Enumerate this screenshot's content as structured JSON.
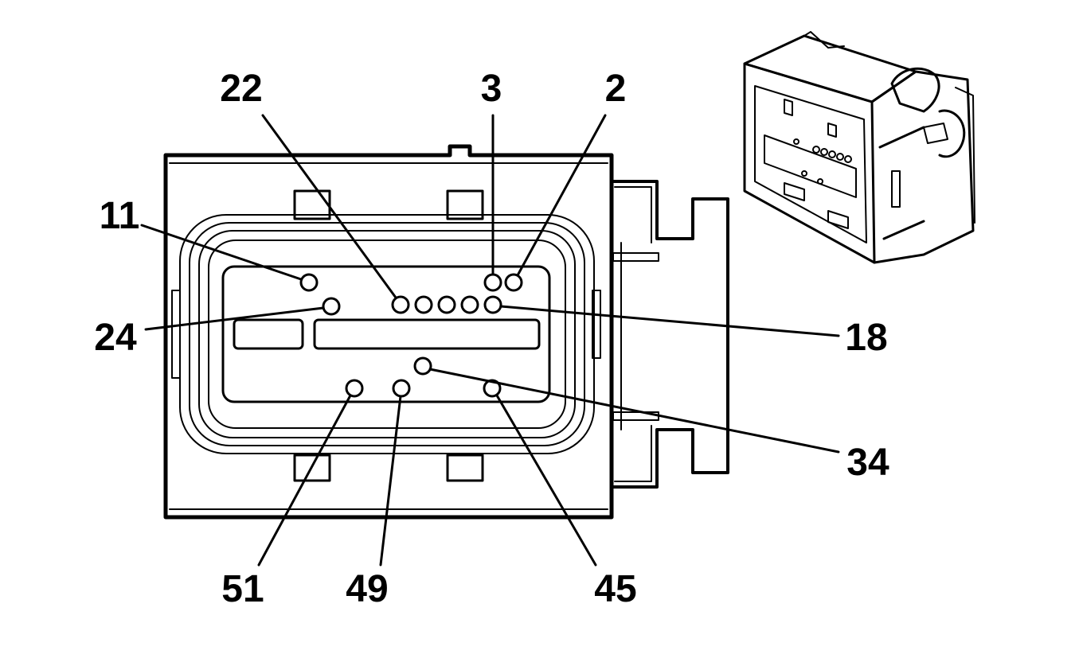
{
  "diagram": {
    "colors": {
      "line": "#000000",
      "background": "#ffffff"
    },
    "callouts": [
      {
        "id": "22",
        "label": "22"
      },
      {
        "id": "3",
        "label": "3"
      },
      {
        "id": "2",
        "label": "2"
      },
      {
        "id": "11",
        "label": "11"
      },
      {
        "id": "24",
        "label": "24"
      },
      {
        "id": "18",
        "label": "18"
      },
      {
        "id": "34",
        "label": "34"
      },
      {
        "id": "51",
        "label": "51"
      },
      {
        "id": "49",
        "label": "49"
      },
      {
        "id": "45",
        "label": "45"
      }
    ]
  }
}
